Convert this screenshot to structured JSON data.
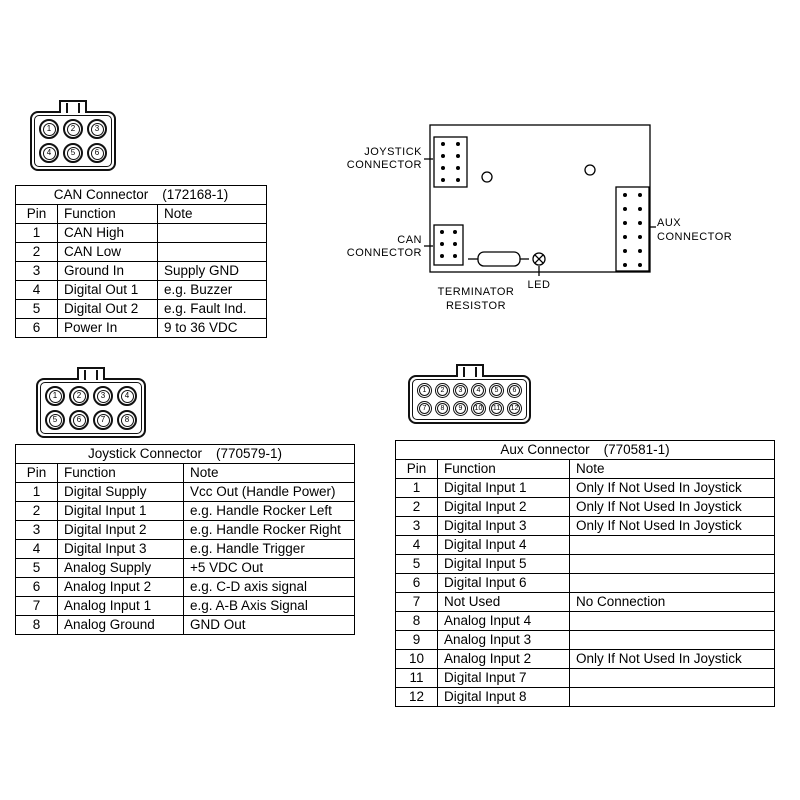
{
  "board": {
    "labels": {
      "joystick": [
        "JOYSTICK",
        "CONNECTOR"
      ],
      "can": [
        "CAN",
        "CONNECTOR"
      ],
      "aux": [
        "AUX",
        "CONNECTOR"
      ],
      "terminator": [
        "TERMINATOR",
        "RESISTOR"
      ],
      "led": "LED"
    }
  },
  "tables": {
    "can": {
      "title": "CAN Connector",
      "part": "(172168-1)",
      "headers": [
        "Pin",
        "Function",
        "Note"
      ],
      "rows": [
        [
          "1",
          "CAN High",
          ""
        ],
        [
          "2",
          "CAN Low",
          ""
        ],
        [
          "3",
          "Ground In",
          "Supply GND"
        ],
        [
          "4",
          "Digital Out 1",
          "e.g. Buzzer"
        ],
        [
          "5",
          "Digital Out 2",
          "e.g. Fault Ind."
        ],
        [
          "6",
          "Power In",
          "9 to 36 VDC"
        ]
      ]
    },
    "joystick": {
      "title": "Joystick Connector",
      "part": "(770579-1)",
      "headers": [
        "Pin",
        "Function",
        "Note"
      ],
      "rows": [
        [
          "1",
          "Digital Supply",
          "Vcc Out (Handle Power)"
        ],
        [
          "2",
          "Digital Input 1",
          "e.g. Handle Rocker Left"
        ],
        [
          "3",
          "Digital Input 2",
          "e.g. Handle Rocker Right"
        ],
        [
          "4",
          "Digital Input 3",
          "e.g. Handle Trigger"
        ],
        [
          "5",
          "Analog Supply",
          "+5 VDC Out"
        ],
        [
          "6",
          "Analog Input 2",
          "e.g. C-D axis signal"
        ],
        [
          "7",
          "Analog Input 1",
          "e.g. A-B Axis Signal"
        ],
        [
          "8",
          "Analog Ground",
          "GND Out"
        ]
      ]
    },
    "aux": {
      "title": "Aux Connector",
      "part": "(770581-1)",
      "headers": [
        "Pin",
        "Function",
        "Note"
      ],
      "rows": [
        [
          "1",
          "Digital Input 1",
          "Only If Not Used In Joystick"
        ],
        [
          "2",
          "Digital Input 2",
          "Only If Not Used In Joystick"
        ],
        [
          "3",
          "Digital Input 3",
          "Only If Not Used In Joystick"
        ],
        [
          "4",
          "Digital Input 4",
          ""
        ],
        [
          "5",
          "Digital Input 5",
          ""
        ],
        [
          "6",
          "Digital Input 6",
          ""
        ],
        [
          "7",
          "Not Used",
          "No Connection"
        ],
        [
          "8",
          "Analog Input 4",
          ""
        ],
        [
          "9",
          "Analog Input 3",
          ""
        ],
        [
          "10",
          "Analog Input 2",
          "Only If Not Used In Joystick"
        ],
        [
          "11",
          "Digital Input 7",
          ""
        ],
        [
          "12",
          "Digital Input 8",
          ""
        ]
      ]
    }
  },
  "connectors": {
    "can6": {
      "rows": [
        [
          "1",
          "2",
          "3"
        ],
        [
          "4",
          "5",
          "6"
        ]
      ]
    },
    "joystick8": {
      "rows": [
        [
          "1",
          "2",
          "3",
          "4"
        ],
        [
          "5",
          "6",
          "7",
          "8"
        ]
      ]
    },
    "aux12": {
      "rows": [
        [
          "1",
          "2",
          "3",
          "4",
          "5",
          "6"
        ],
        [
          "7",
          "8",
          "9",
          "10",
          "11",
          "12"
        ]
      ]
    }
  }
}
